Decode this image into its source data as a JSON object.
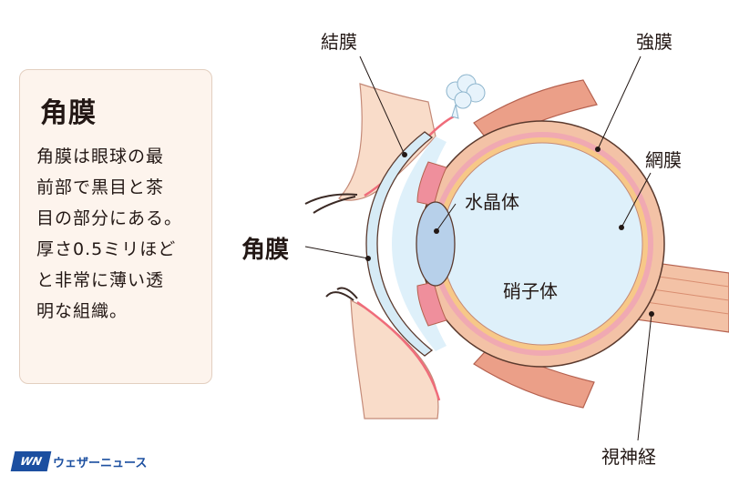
{
  "card": {
    "title": "角膜",
    "body": "角膜は眼球の最\n前部で黒目と茶\n目の部分にある。\n厚さ0.5ミリほど\nと非常に薄い透\n明な組織。"
  },
  "labels": {
    "conjunctiva": "結膜",
    "sclera": "強膜",
    "retina": "網膜",
    "lens": "水晶体",
    "vitreous": "硝子体",
    "cornea": "角膜",
    "optic_nerve": "視神経"
  },
  "logo": {
    "mark": "WN",
    "name": "ウェザーニュース"
  },
  "colors": {
    "skin": "#f9dcc9",
    "sclera": "#f3c2a6",
    "choroid": "#f0a9b2",
    "retina": "#f7c888",
    "vitreous": "#def0fa",
    "cornea": "#d6ebf6",
    "lens": "#b7d0ea",
    "outline": "#5b3a2e",
    "brand": "#1c4fa0"
  }
}
